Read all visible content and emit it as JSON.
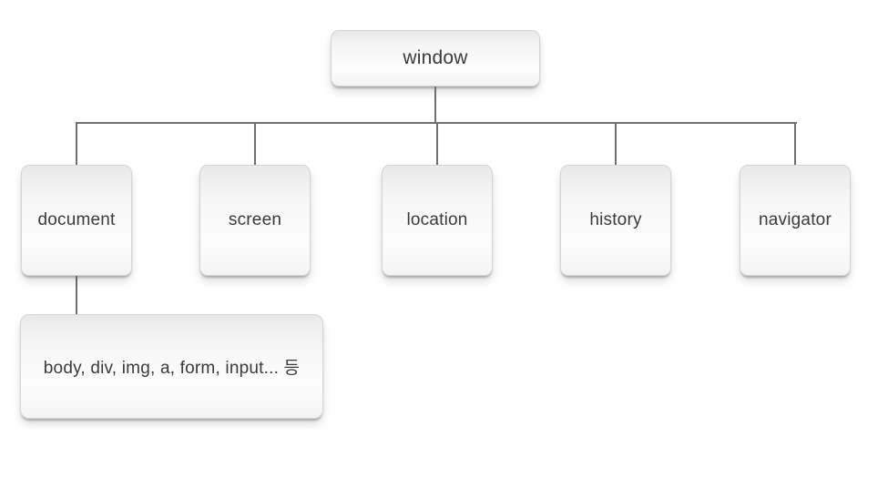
{
  "diagram": {
    "title": "browser-object-model-hierarchy",
    "root": {
      "label": "window"
    },
    "children": [
      {
        "label": "document"
      },
      {
        "label": "screen"
      },
      {
        "label": "location"
      },
      {
        "label": "history"
      },
      {
        "label": "navigator"
      }
    ],
    "document_child": {
      "label": "body, div, img, a, form, input... 등"
    }
  },
  "colors": {
    "background": "#ffffff",
    "connector_line": "#6f6f6f",
    "node_border": "#d4d4d4",
    "node_fill_top": "#e9e9e9",
    "node_fill_bottom": "#fdfdfd",
    "text": "#3a3a3a"
  }
}
